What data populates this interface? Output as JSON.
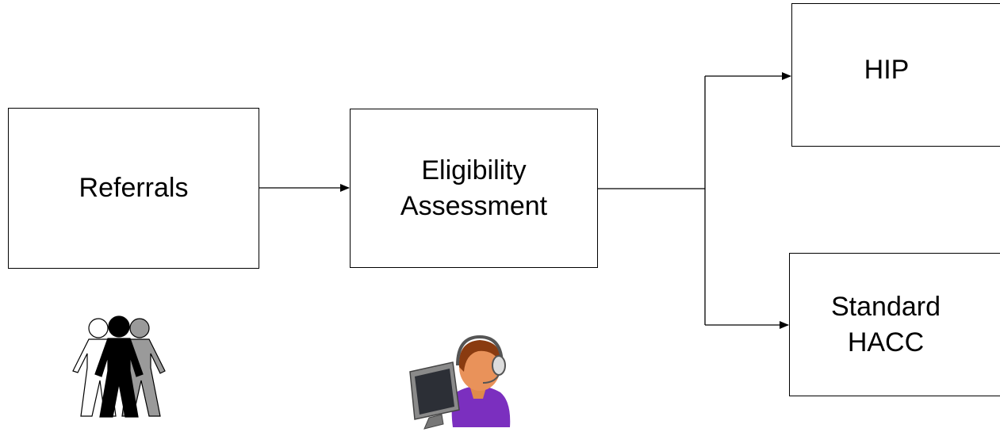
{
  "diagram": {
    "nodes": {
      "referrals": {
        "label": "Referrals",
        "icon": "people-group-icon"
      },
      "eligibility": {
        "label": "Eligibility\nAssessment",
        "icon": "call-center-agent-icon"
      },
      "hip": {
        "label": "HIP"
      },
      "standard_hacc": {
        "label": "Standard\nHACC"
      }
    },
    "edges": [
      {
        "from": "referrals",
        "to": "eligibility"
      },
      {
        "from": "eligibility",
        "to": "hip"
      },
      {
        "from": "eligibility",
        "to": "standard_hacc"
      }
    ],
    "colors": {
      "line": "#000000",
      "agent_shirt": "#7b2fbf",
      "agent_skin": "#e08a4a",
      "agent_hair": "#8a3b10",
      "monitor": "#8a8a8a",
      "person_gray": "#9a9a9a"
    }
  }
}
